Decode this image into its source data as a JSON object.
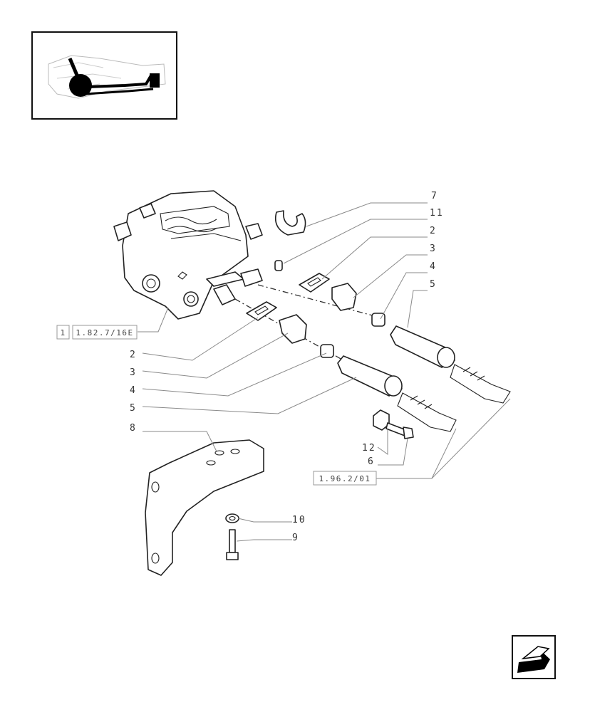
{
  "thumbnail": {
    "icon": "tractor-location-thumbnail-icon"
  },
  "references": {
    "ref_1_box": "1",
    "ref_1_code": "1.82.7/16E",
    "ref_2_code": "1.96.2/01"
  },
  "callouts": {
    "c7": "7",
    "c11": "11",
    "c2_right": "2",
    "c3_right": "3",
    "c4_right": "4",
    "c5_right": "5",
    "c2_left": "2",
    "c3_left": "3",
    "c4_left": "4",
    "c5_left": "5",
    "c8": "8",
    "c12": "12",
    "c6": "6",
    "c10": "10",
    "c9": "9"
  },
  "navigation": {
    "icon": "back-arrow-icon"
  }
}
